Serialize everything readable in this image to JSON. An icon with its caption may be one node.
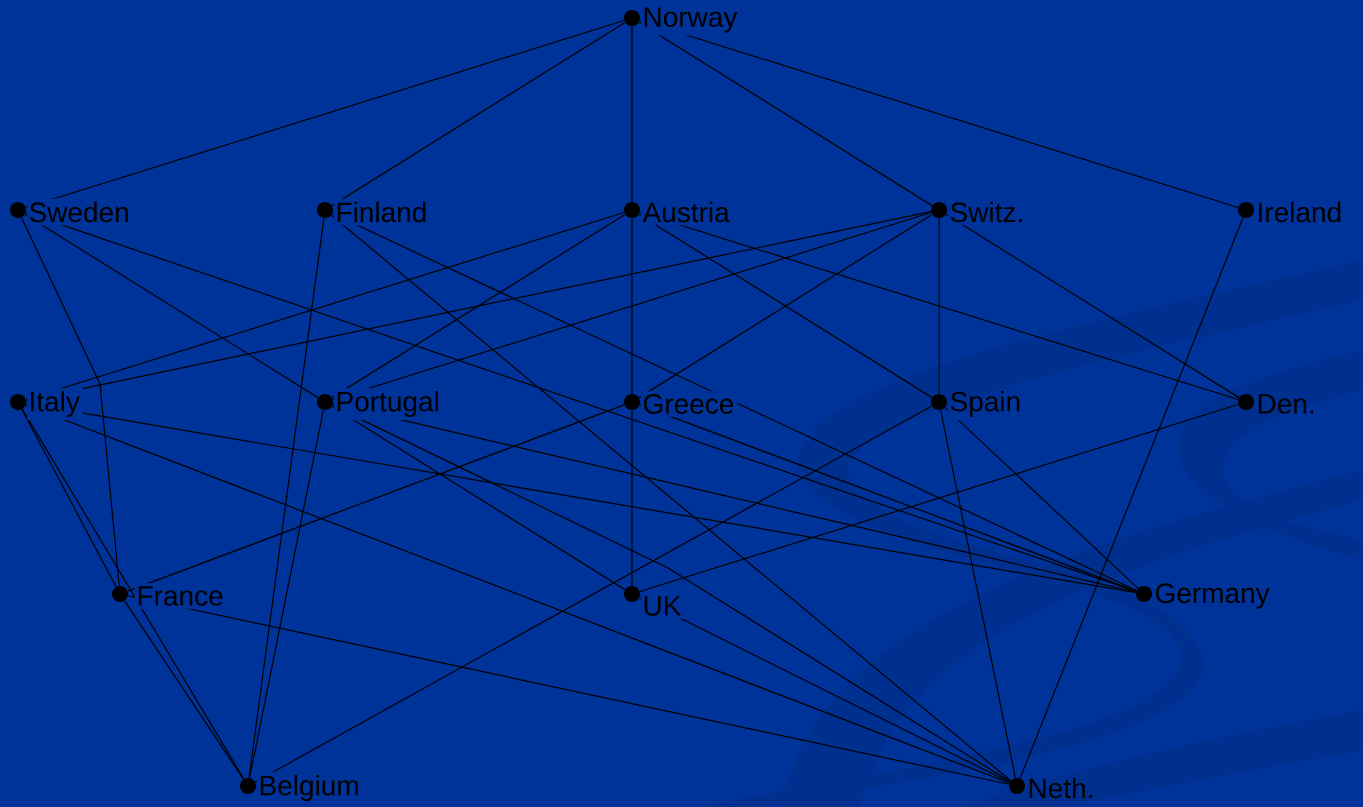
{
  "diagram": {
    "nodes": [
      {
        "text": [
          "Norway"
        ]
      },
      {
        "text": [
          "Sweden"
        ]
      },
      {
        "text": [
          "Finland"
        ]
      },
      {
        "text": [
          "Austria"
        ]
      },
      {
        "text": [
          "Switz."
        ]
      },
      {
        "text": [
          "Ireland"
        ]
      },
      {
        "text": [
          "Italy"
        ]
      },
      {
        "text": [
          "Portugal"
        ]
      },
      {
        "text": [
          "Greece"
        ]
      },
      {
        "text": [
          "Spain"
        ]
      },
      {
        "text": [
          "Den."
        ]
      },
      {
        "text": [
          "France"
        ]
      },
      {
        "text": [
          "UK"
        ]
      },
      {
        "text": [
          "Germany"
        ]
      },
      {
        "text": [
          "Belgium"
        ]
      },
      {
        "text": [
          "Neth."
        ]
      }
    ],
    "edges": [
      {
        "from": 0,
        "to": 1,
        "arrow": "none"
      },
      {
        "from": 0,
        "to": 2,
        "arrow": "none"
      },
      {
        "from": 0,
        "to": 3,
        "arrow": "none"
      },
      {
        "from": 0,
        "to": 4,
        "arrow": "none"
      },
      {
        "from": 0,
        "to": 5,
        "arrow": "none"
      },
      {
        "from": 1,
        "to": 11,
        "arrow": "none"
      },
      {
        "from": 1,
        "to": 7,
        "arrow": "none"
      },
      {
        "from": 1,
        "to": 13,
        "arrow": "none"
      },
      {
        "from": 2,
        "to": 14,
        "arrow": "none"
      },
      {
        "from": 2,
        "to": 13,
        "arrow": "none"
      },
      {
        "from": 2,
        "to": 15,
        "arrow": "none"
      },
      {
        "from": 3,
        "to": 6,
        "arrow": "none"
      },
      {
        "from": 3,
        "to": 7,
        "arrow": "none"
      },
      {
        "from": 3,
        "to": 8,
        "arrow": "none"
      },
      {
        "from": 3,
        "to": 9,
        "arrow": "none"
      },
      {
        "from": 3,
        "to": 10,
        "arrow": "none"
      },
      {
        "from": 4,
        "to": 6,
        "arrow": "none"
      },
      {
        "from": 4,
        "to": 7,
        "arrow": "none"
      },
      {
        "from": 4,
        "to": 8,
        "arrow": "none"
      },
      {
        "from": 4,
        "to": 9,
        "arrow": "none"
      },
      {
        "from": 4,
        "to": 10,
        "arrow": "none"
      },
      {
        "from": 5,
        "to": 15,
        "arrow": "none"
      },
      {
        "from": 6,
        "to": 11,
        "arrow": "none"
      },
      {
        "from": 6,
        "to": 14,
        "arrow": "none"
      },
      {
        "from": 6,
        "to": 13,
        "arrow": "none"
      },
      {
        "from": 6,
        "to": 15,
        "arrow": "none"
      },
      {
        "from": 7,
        "to": 14,
        "arrow": "none"
      },
      {
        "from": 7,
        "to": 12,
        "arrow": "none"
      },
      {
        "from": 7,
        "to": 13,
        "arrow": "none"
      },
      {
        "from": 7,
        "to": 15,
        "arrow": "none"
      },
      {
        "from": 8,
        "to": 11,
        "arrow": "none"
      },
      {
        "from": 8,
        "to": 12,
        "arrow": "none"
      },
      {
        "from": 8,
        "to": 13,
        "arrow": "none"
      },
      {
        "from": 9,
        "to": 14,
        "arrow": "none"
      },
      {
        "from": 9,
        "to": 13,
        "arrow": "none"
      },
      {
        "from": 9,
        "to": 15,
        "arrow": "none"
      },
      {
        "from": 10,
        "to": 12,
        "arrow": "none"
      },
      {
        "from": 11,
        "to": 14,
        "arrow": "none"
      },
      {
        "from": 11,
        "to": 15,
        "arrow": "none"
      },
      {
        "from": 12,
        "to": 15,
        "arrow": "none"
      }
    ]
  }
}
